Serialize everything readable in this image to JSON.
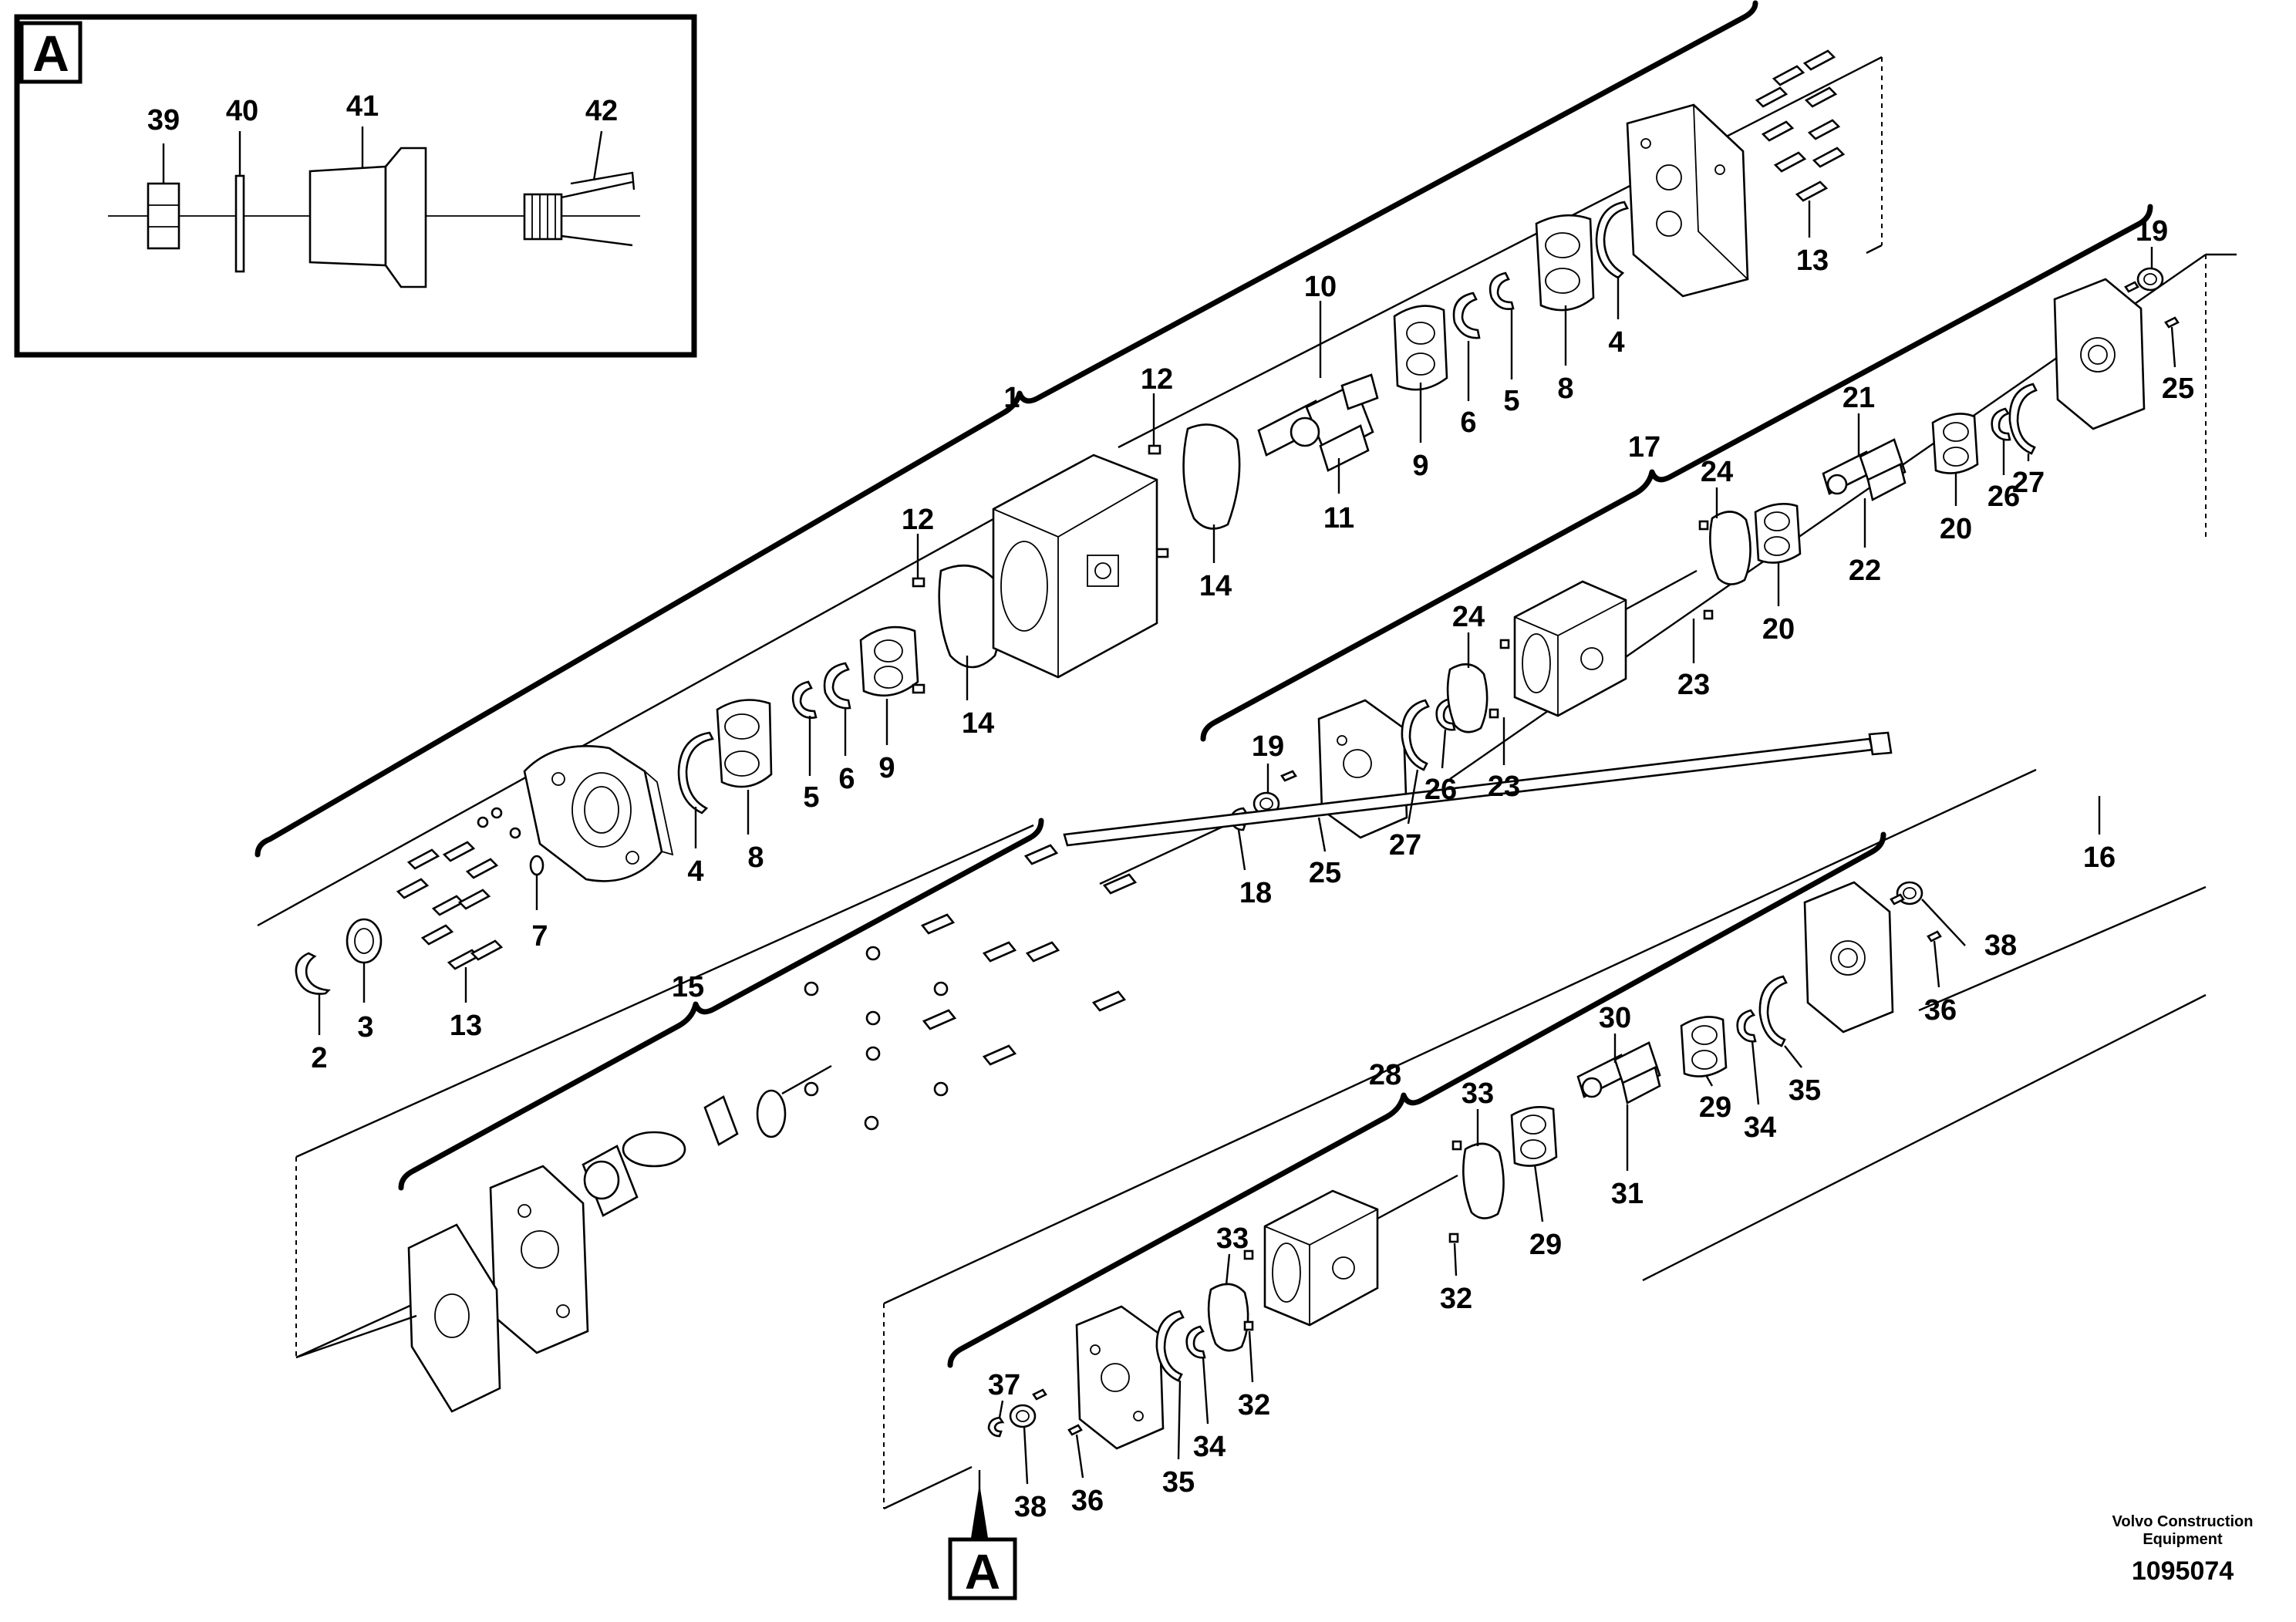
{
  "detail_marker": "A",
  "detail_callouts": [
    "39",
    "40",
    "41",
    "42"
  ],
  "assembly_callouts": {
    "main_pump": [
      "1",
      "2",
      "3",
      "4",
      "5",
      "6",
      "7",
      "8",
      "9",
      "10",
      "11",
      "12",
      "13",
      "14"
    ],
    "rear_cover": [
      "15",
      "16"
    ],
    "middle_pump": [
      "17",
      "18",
      "19",
      "20",
      "21",
      "22",
      "23",
      "24",
      "25",
      "26",
      "27"
    ],
    "lower_pump": [
      "28",
      "29",
      "30",
      "31",
      "32",
      "33",
      "34",
      "35",
      "36",
      "37",
      "38"
    ]
  },
  "footer": {
    "company_line1": "Volvo Construction",
    "company_line2": "Equipment",
    "drawing_number": "1095074"
  }
}
